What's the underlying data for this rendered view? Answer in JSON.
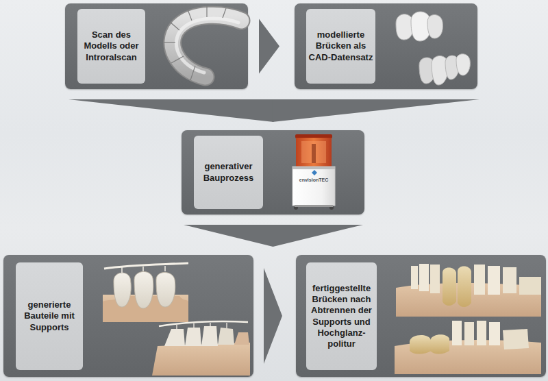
{
  "diagram": {
    "nodes": [
      {
        "text": [
          "Scan des Modells oder Introralscan"
        ]
      },
      {
        "text": [
          "modellierte Brücken als CAD-Datensatz"
        ]
      },
      {
        "text": [
          "generativer Bauprozess"
        ]
      },
      {
        "text": [
          "generierte Bauteile mit Supports"
        ]
      },
      {
        "text": [
          "fertiggestellte Brücken nach Abtrennen der Supports und Hochglanz- politur"
        ]
      }
    ],
    "edges": [
      {
        "from": 0,
        "to": 1,
        "arrow": "to"
      },
      {
        "from": 0,
        "to": 2,
        "arrow": "to"
      },
      {
        "from": 1,
        "to": 2,
        "arrow": "to"
      },
      {
        "from": 2,
        "to": 3,
        "arrow": "to"
      },
      {
        "from": 3,
        "to": 4,
        "arrow": "to"
      }
    ],
    "labels": [
      "envisionTEC"
    ]
  }
}
